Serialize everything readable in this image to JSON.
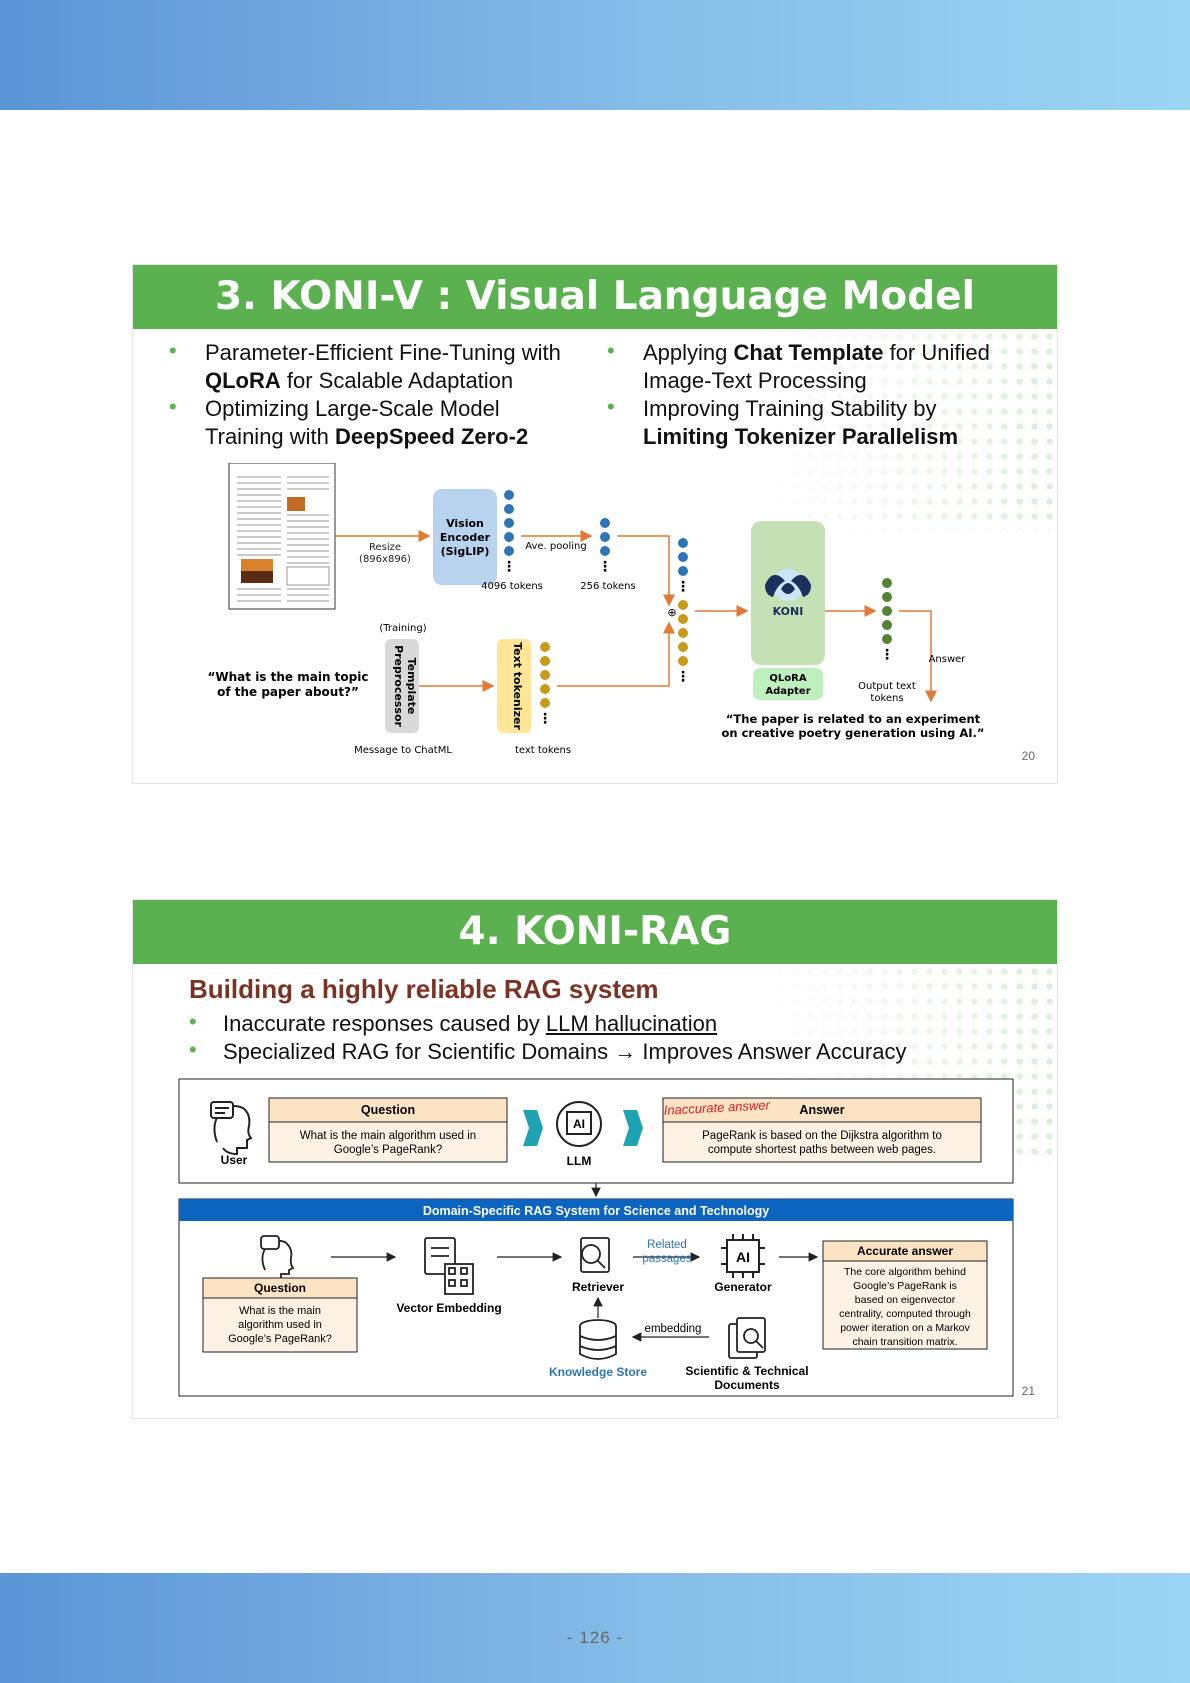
{
  "slide3": {
    "title": "3. KONI-V : Visual Language Model",
    "number": "20",
    "bullets_left": [
      {
        "pre": "Parameter-Efficient Fine-Tuning with ",
        "b1": "",
        "line2_bold": "QLoRA",
        "line2_rest": " for Scalable Adaptation"
      },
      {
        "line1": "Optimizing Large-Scale Model",
        "line2_pre": "Training with ",
        "line2_bold": "DeepSpeed Zero-2"
      }
    ],
    "bullets_right": [
      {
        "pre": "Applying ",
        "bold": "Chat Template",
        "post": " for Unified",
        "line2": "Image-Text Processing"
      },
      {
        "line1": "Improving Training Stability by",
        "line2_bold": "Limiting Tokenizer Parallelism"
      }
    ],
    "diagram": {
      "resize": "Resize",
      "resize_dim": "(896x896)",
      "vision_encoder": [
        "Vision",
        "Encoder",
        "(SigLIP)"
      ],
      "ave_pooling": "Ave. pooling",
      "tokens_4096": "4096 tokens",
      "tokens_256": "256 tokens",
      "training": "(Training)",
      "template": "Template",
      "preprocessor": "Preprocessor",
      "text_tokenizer": "Text tokenizer",
      "question": [
        "“What is the main topic",
        "of the paper about?”"
      ],
      "message_chatml": "Message to ChatML",
      "text_tokens": "text tokens",
      "koni": "KONI",
      "qlora": [
        "QLoRA",
        "Adapter"
      ],
      "output_tokens": [
        "Output text",
        "tokens"
      ],
      "answer": "Answer",
      "answer_quote": [
        "“The paper is related to an experiment",
        "on creative poetry generation using AI.”"
      ],
      "plus": "⊕"
    }
  },
  "slide4": {
    "title": "4. KONI-RAG",
    "number": "21",
    "subtitle": "Building a highly reliable RAG system",
    "bullet1_pre": "Inaccurate responses caused by ",
    "bullet1_link": "LLM hallucination",
    "bullet2": "Specialized RAG for Scientific Domains → Improves Answer Accuracy",
    "diagram": {
      "user": "User",
      "question_header": "Question",
      "question_text": [
        "What is the main algorithm used in",
        "Google’s PageRank?"
      ],
      "llm": "LLM",
      "ai": "AI",
      "inaccurate": "Inaccurate answer",
      "answer_header": "Answer",
      "answer_text": [
        "PageRank is based on the Dijkstra algorithm to",
        "compute shortest paths between web pages."
      ],
      "rag_title": "Domain-Specific RAG System for Science and Technology",
      "q2_header": "Question",
      "q2_text": [
        "What is the main",
        "algorithm used in",
        "Google’s PageRank?"
      ],
      "vector_embedding": "Vector Embedding",
      "retriever": "Retriever",
      "related_passages": [
        "Related",
        "passages"
      ],
      "generator": "Generator",
      "accurate_header": "Accurate answer",
      "accurate_text": [
        "The core algorithm behind",
        "Google’s PageRank is",
        "based on eigenvector",
        "centrality, computed through",
        "power iteration on a Markov",
        "chain transition matrix."
      ],
      "embedding": "embedding",
      "knowledge_store": "Knowledge Store",
      "sci_docs": [
        "Scientific & Technical",
        "Documents"
      ]
    }
  },
  "footer": {
    "page": "- 126 -"
  },
  "colors": {
    "header_green": "#5bb04f",
    "band_blue": "#7fb6e6",
    "rag_blue": "#0a64c0",
    "subtitle_brown": "#7b3325"
  }
}
